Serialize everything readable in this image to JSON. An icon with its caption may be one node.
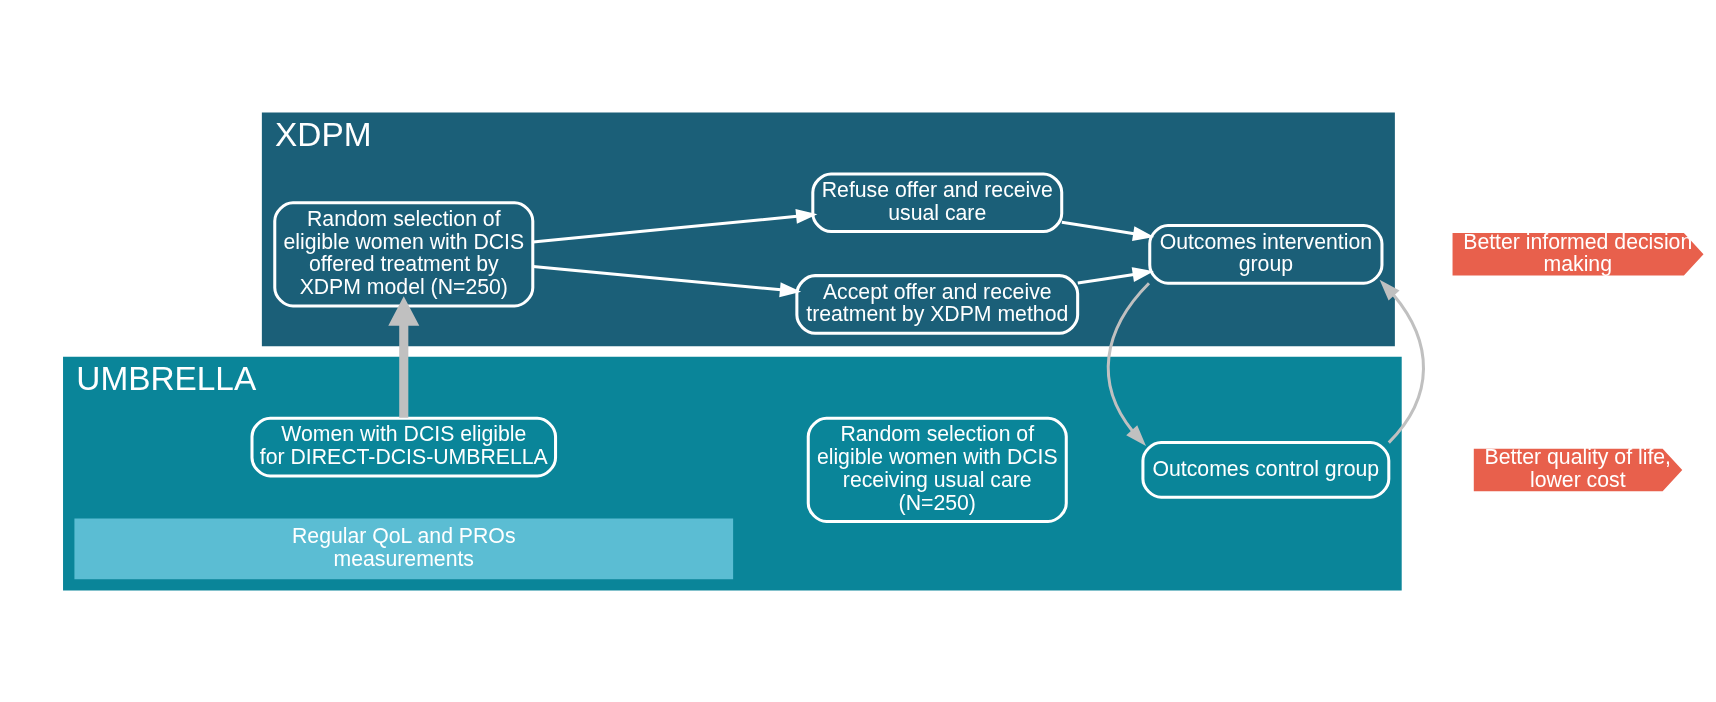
{
  "diagram": {
    "nodes": [
      {
        "text": [
          "XDPM"
        ]
      },
      {
        "text": [
          "Random selection of eligible women with DCIS offered treatment by XDPM model (N=250)"
        ],
        "in": 0
      },
      {
        "text": [
          "Accept offer and receive treatment by XDPM method"
        ],
        "in": 0
      },
      {
        "text": [
          "Refuse offer and receive usual care"
        ],
        "in": 0
      },
      {
        "text": [
          "Outcomes intervention group"
        ],
        "in": 0
      },
      {
        "text": [
          "UMBRELLA"
        ]
      },
      {
        "text": [
          "Women with DCIS eligible for DIRECT-DCIS-UMBRELLA"
        ],
        "in": 5
      },
      {
        "text": [
          "Random selection of eligible women with DCIS receiving usual care (N=250)"
        ],
        "in": 5
      },
      {
        "text": [
          "Outcomes control group"
        ],
        "in": 5
      },
      {
        "text": [
          "Regular QoL and PROs measurements"
        ],
        "in": 5
      },
      {
        "text": [
          "Better informed decision making"
        ]
      },
      {
        "text": [
          "Better quality of life, lower cost"
        ]
      }
    ],
    "edges": [
      {
        "from": 6,
        "to": 1,
        "arrow": "to",
        "style": "thick",
        "color": "#c0c0c0"
      },
      {
        "from": 1,
        "to": 2,
        "arrow": "to"
      },
      {
        "from": 1,
        "to": 3,
        "arrow": "to"
      },
      {
        "from": 2,
        "to": 4,
        "arrow": "to"
      },
      {
        "from": 3,
        "to": 4,
        "arrow": "to"
      },
      {
        "from": 4,
        "to": 8,
        "arrow": "to",
        "color": "#c0c0c0"
      },
      {
        "from": 8,
        "to": 4,
        "arrow": "to",
        "color": "#c0c0c0"
      }
    ]
  }
}
